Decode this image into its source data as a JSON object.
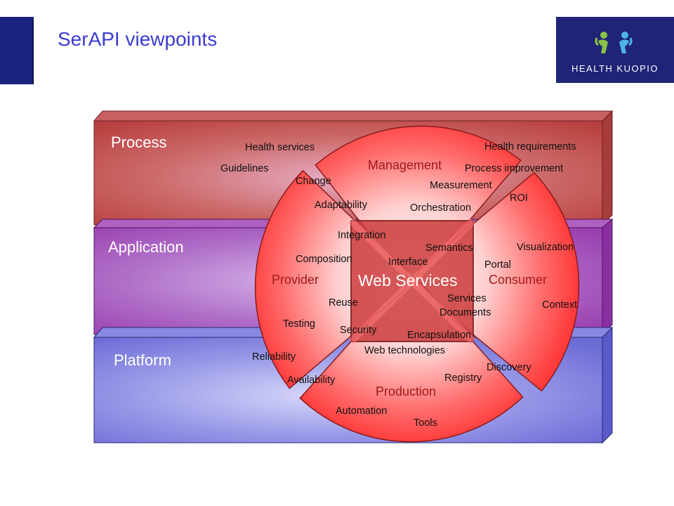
{
  "title": "SerAPI viewpoints",
  "logo": {
    "text": "HEALTH KUOPIO",
    "icon": "two-people-figures"
  },
  "layers": [
    "Process",
    "Application",
    "Platform"
  ],
  "center": "Web Services",
  "sectors": {
    "top": "Management",
    "left": "Provider",
    "right": "Consumer",
    "bottom": "Production"
  },
  "terms": {
    "health_services": "Health services",
    "guidelines": "Guidelines",
    "health_requirements": "Health requirements",
    "process_improvement": "Process improvement",
    "change": "Change",
    "measurement": "Measurement",
    "roi": "ROI",
    "adaptability": "Adaptability",
    "orchestration": "Orchestration",
    "integration": "Integration",
    "semantics": "Semantics",
    "visualization": "Visualization",
    "composition": "Composition",
    "interface": "Interface",
    "portal": "Portal",
    "reuse": "Reuse",
    "services_documents_1": "Services",
    "services_documents_2": "Documents",
    "context": "Context",
    "testing": "Testing",
    "security": "Security",
    "encapsulation": "Encapsulation",
    "web_technologies": "Web technologies",
    "reliability": "Reliability",
    "discovery": "Discovery",
    "availability": "Availability",
    "registry": "Registry",
    "automation": "Automation",
    "tools": "Tools"
  },
  "colors": {
    "title": "#3a3ccf",
    "process_layer": "#c0504d",
    "application_layer": "#9b3fa8",
    "platform_layer": "#7070d8",
    "sector_fill": "#ff6a6a",
    "sector_stroke": "#8b1a1a",
    "logo_bg": "#1f2477"
  }
}
